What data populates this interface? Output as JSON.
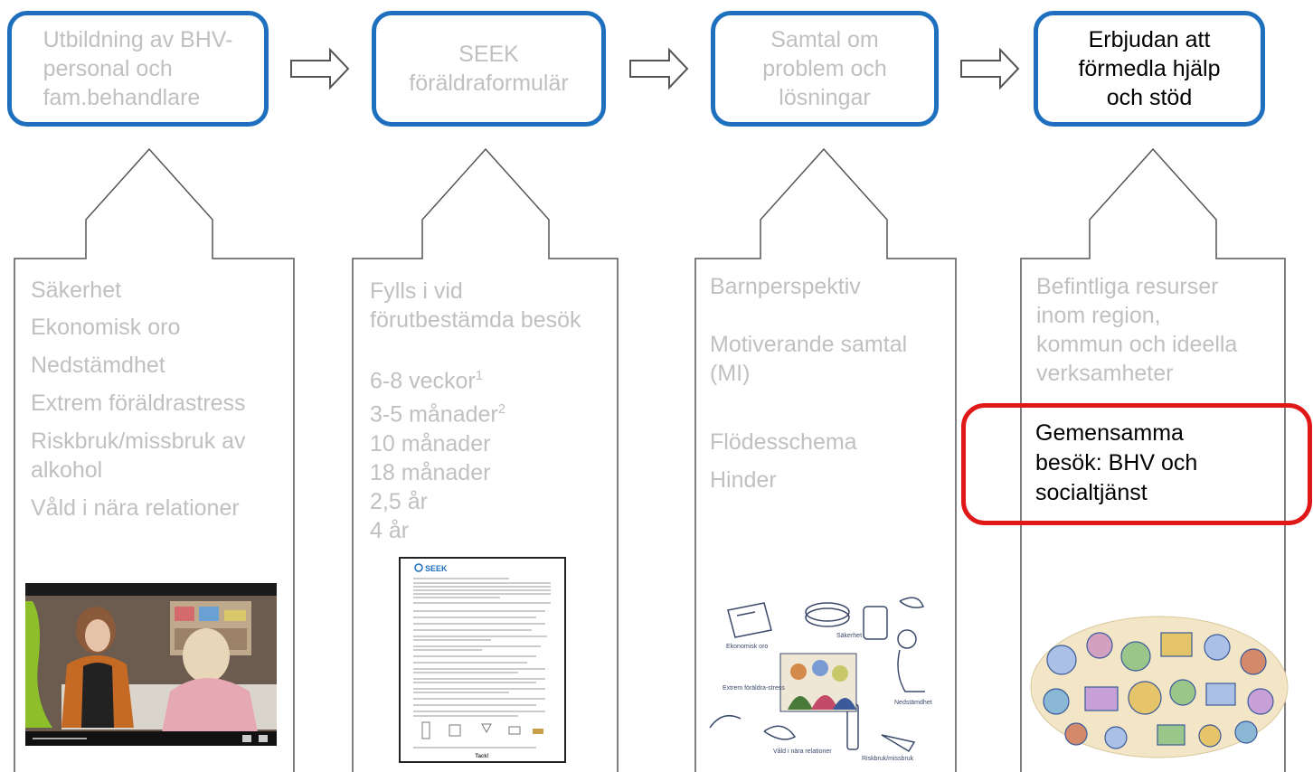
{
  "flow": {
    "boxes": [
      {
        "label": "Utbildning av BHV-\npersonal och\nfam.behandlare"
      },
      {
        "label": "SEEK\nföräldraformulär"
      },
      {
        "label": "Samtal om\nproblem och\nlösningar"
      },
      {
        "label": "Erbjudan att\nförmedla hjälp\noch stöd"
      }
    ]
  },
  "columns": [
    {
      "items": [
        "Säkerhet",
        "Ekonomisk oro",
        "Nedstämdhet",
        "Extrem föräldrastress",
        "Riskbruk/missbruk av",
        "alkohol",
        "Våld i nära relationer"
      ]
    },
    {
      "intro": [
        "Fylls i vid",
        "förutbestämda besök"
      ],
      "schedule": [
        {
          "text": "6-8 veckor",
          "sup": "1"
        },
        {
          "text": "3-5 månader",
          "sup": "2"
        },
        {
          "text": "10 månader",
          "sup": ""
        },
        {
          "text": "18 månader",
          "sup": ""
        },
        {
          "text": "2,5 år",
          "sup": ""
        },
        {
          "text": "4 år",
          "sup": ""
        }
      ]
    },
    {
      "items": [
        "Barnperspektiv",
        "Motiverande samtal",
        "(MI)",
        "Flödesschema",
        "Hinder"
      ]
    },
    {
      "items": [
        "Befintliga resurser",
        "inom region,",
        "kommun och ideella",
        "verksamheter"
      ],
      "highlight": [
        "Gemensamma",
        "besök: BHV och",
        "socialtjänst"
      ]
    }
  ],
  "images": {
    "form_logo": "SEEK",
    "form_footer": "Tack!",
    "sketch_labels": [
      "Ekonomisk oro",
      "Säkerhet",
      "Extrem föräldra-stress",
      "Nedstämdhet",
      "Våld i nära relationer",
      "Riskbruk/missbruk"
    ]
  },
  "colors": {
    "box_border": "#1f6fbf",
    "muted_text": "#c0c0c0",
    "highlight_border": "#e01818",
    "arrow_stroke": "#555555"
  }
}
